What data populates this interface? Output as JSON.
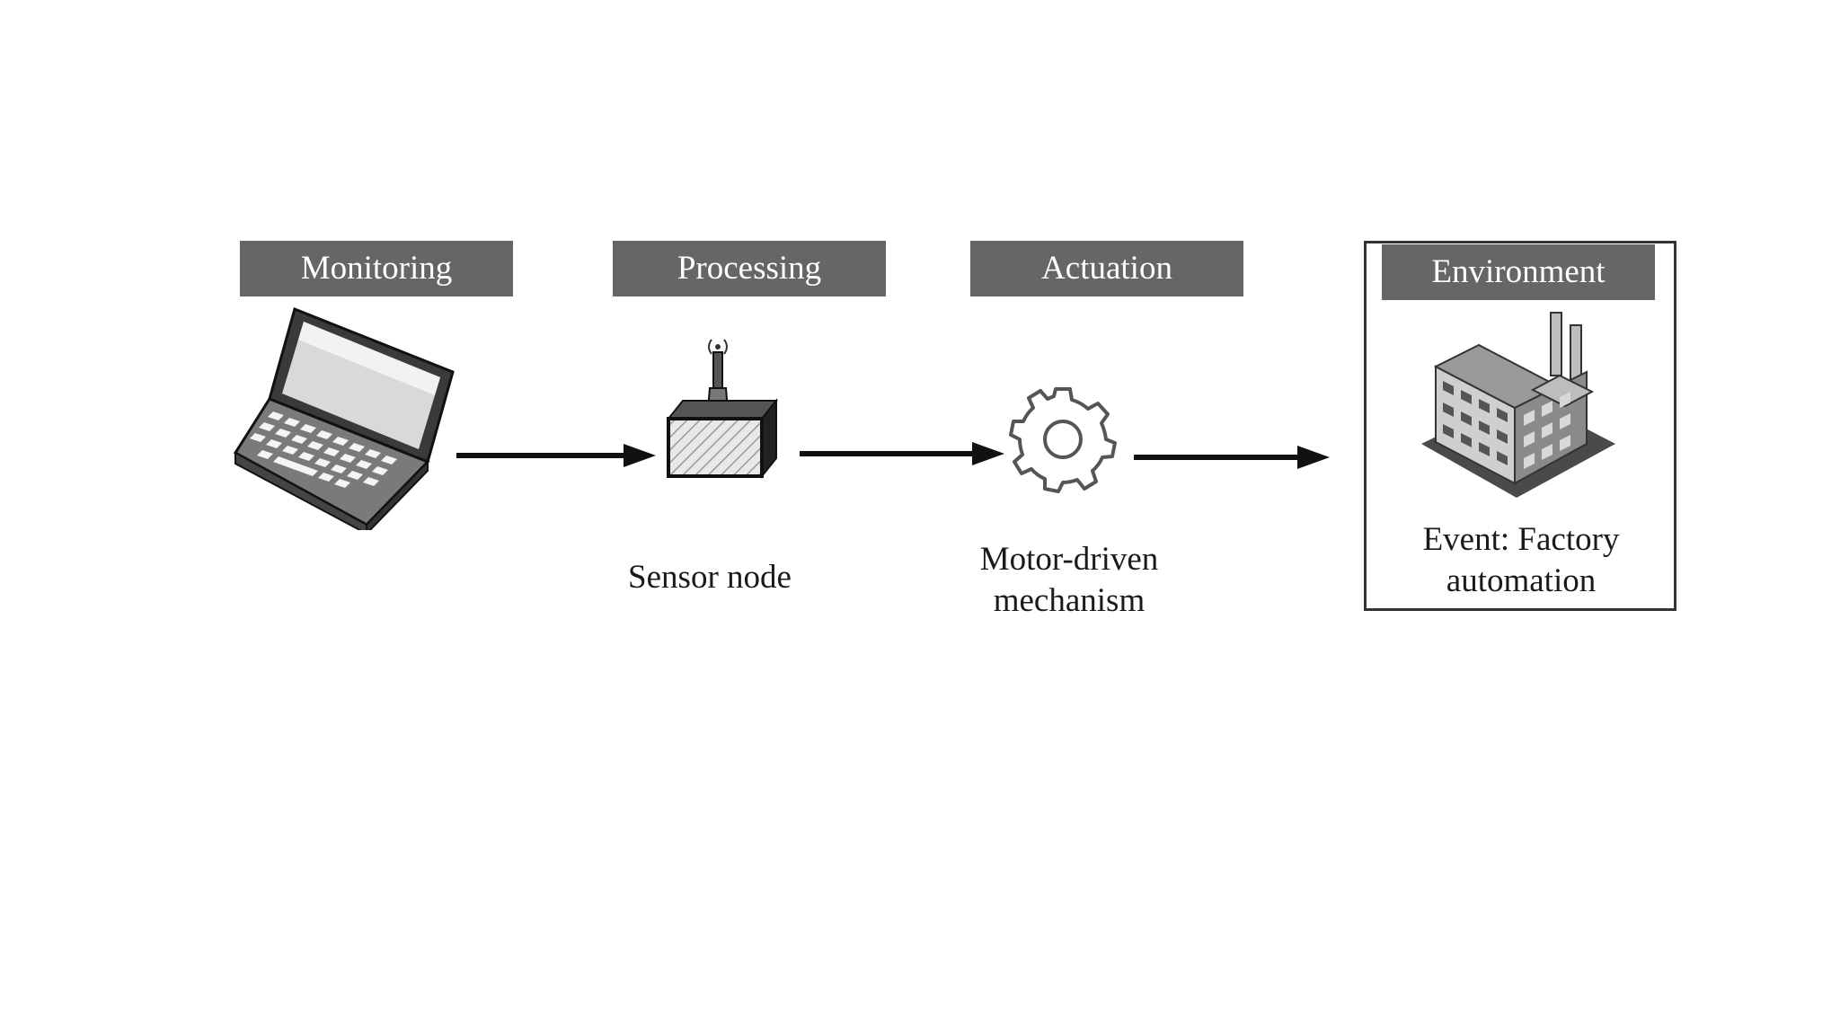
{
  "stages": {
    "monitoring": {
      "header": "Monitoring",
      "icon": "laptop-icon"
    },
    "processing": {
      "header": "Processing",
      "icon": "sensor-node-icon",
      "caption": "Sensor node"
    },
    "actuation": {
      "header": "Actuation",
      "icon": "gear-icon",
      "caption_line1": "Motor-driven",
      "caption_line2": "mechanism"
    },
    "environment": {
      "header": "Environment",
      "icon": "factory-icon",
      "caption_line1": "Event: Factory",
      "caption_line2": "automation"
    }
  },
  "colors": {
    "header_bg": "#666666",
    "header_text": "#ffffff",
    "arrow": "#111111",
    "frame": "#333333"
  }
}
